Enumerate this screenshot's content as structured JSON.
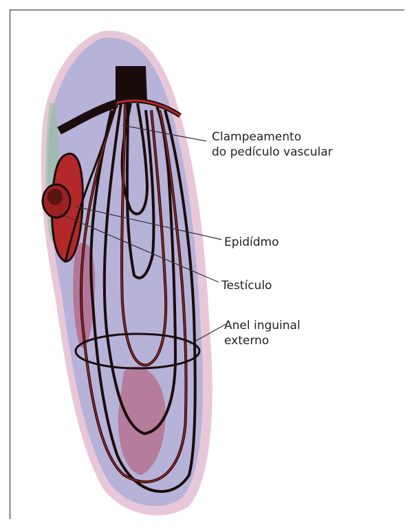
{
  "labels": {
    "clamp": [
      "Clampeamento",
      "do pedículo vascular"
    ],
    "epididymis": "Epidídmo",
    "testicle": "Testículo",
    "inguinal_ring": [
      "Anel inguinal",
      "externo"
    ]
  },
  "colors": {
    "background_blob": "#b8b3d3",
    "pink_edge": "#e8c8d8",
    "red_tissue": "#b32828",
    "dark_line": "#1a0c0c",
    "leader_line": "#333333"
  }
}
